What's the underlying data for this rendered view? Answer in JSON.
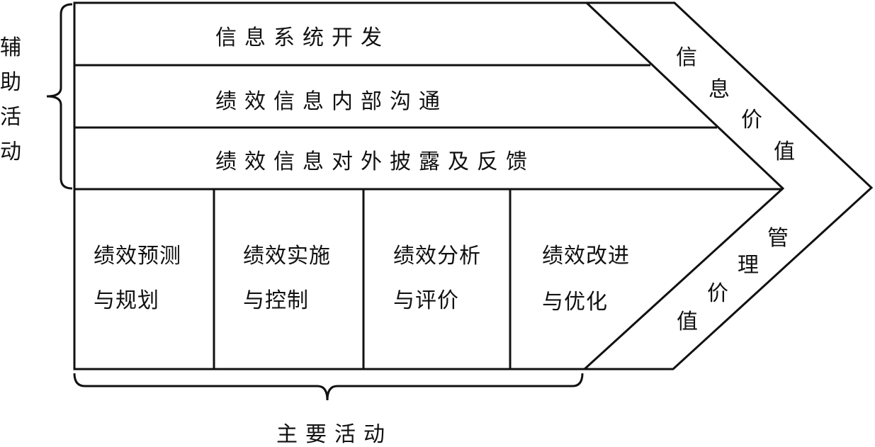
{
  "side_label": [
    "辅",
    "助",
    "活",
    "动"
  ],
  "support_activities": [
    "信息系统开发",
    "绩效信息内部沟通",
    "绩效信息对外披露及反馈"
  ],
  "primary_activities": [
    {
      "line1": "绩效预测",
      "line2": "与规划"
    },
    {
      "line1": "绩效实施",
      "line2": "与控制"
    },
    {
      "line1": "绩效分析",
      "line2": "与评价"
    },
    {
      "line1": "绩效改进",
      "line2": "与优化"
    }
  ],
  "bottom_label": "主要活动",
  "info_value_chars": [
    "信",
    "息",
    "价",
    "值"
  ],
  "mgmt_value_chars": [
    "管",
    "理",
    "价",
    "值"
  ]
}
